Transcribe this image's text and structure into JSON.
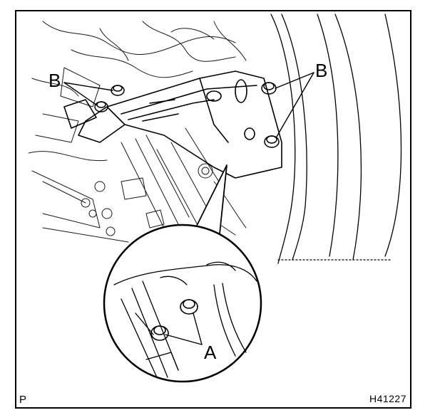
{
  "diagram": {
    "corner_code": "P",
    "figure_id": "H41227",
    "callouts": {
      "b_left": "B",
      "b_right": "B",
      "a_detail": "A"
    },
    "colors": {
      "ink": "#000000",
      "paper": "#ffffff"
    }
  }
}
